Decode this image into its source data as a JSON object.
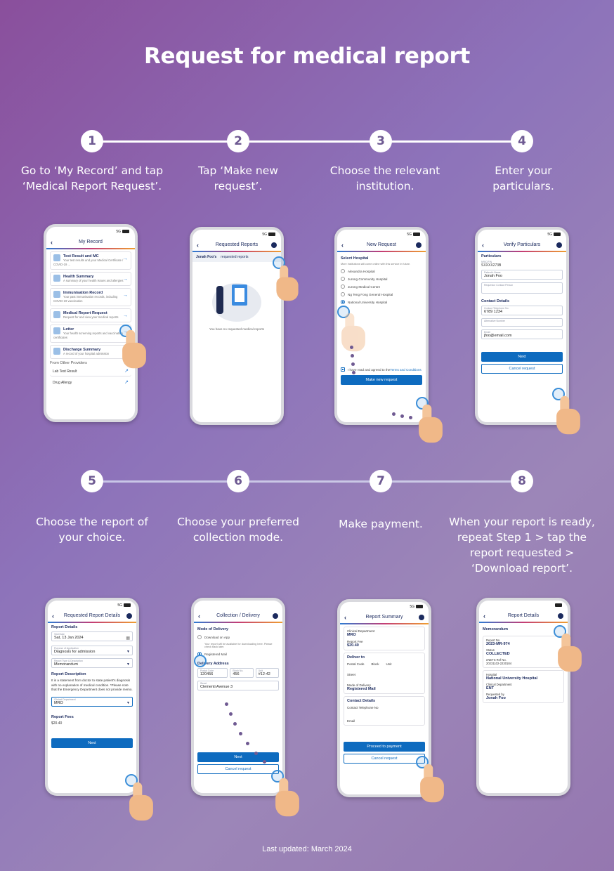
{
  "title": "Request for medical report",
  "footer": "Last updated: March 2024",
  "steps": [
    {
      "num": "1",
      "text": "Go to ‘My Record’ and tap ‘Medical Report Request’."
    },
    {
      "num": "2",
      "text": "Tap ‘Make new request’."
    },
    {
      "num": "3",
      "text": "Choose the relevant institution."
    },
    {
      "num": "4",
      "text": "Enter your particulars."
    },
    {
      "num": "5",
      "text": "Choose the report of your choice."
    },
    {
      "num": "6",
      "text": "Choose your preferred collection mode."
    },
    {
      "num": "7",
      "text": "Make payment."
    },
    {
      "num": "8",
      "text": "When your report is ready, repeat Step 1 > tap the report requested > ‘Download report’."
    }
  ],
  "status_bar": {
    "signal": "5G"
  },
  "screen1": {
    "header": "My Record",
    "items": [
      {
        "title": "Test Result and MC",
        "sub": "Your test results and your Medical Certificate / COVID-19 ..."
      },
      {
        "title": "Health Summary",
        "sub": "A summary of your health issues and allergies"
      },
      {
        "title": "Immunisation Record",
        "sub": "Your past immunisation records, including COVID-19 vaccination"
      },
      {
        "title": "Medical Report Request",
        "sub": "Request for and view your medical reports"
      },
      {
        "title": "Letter",
        "sub": "Your health screening reports and vaccination certificates"
      },
      {
        "title": "Discharge Summary",
        "sub": "A record of your hospital admission"
      }
    ],
    "other_header": "From Other Providers",
    "other_items": [
      "Lab Test Result",
      "Drug Allergy"
    ]
  },
  "screen2": {
    "header": "Requested Reports",
    "name": "Jonah Foo’s",
    "tab": "requested reports",
    "empty": "You have no requested medical reports"
  },
  "screen3": {
    "header": "New Request",
    "section": "Select Hospital",
    "note": "More institutions will come online with this service in future.",
    "hospitals": [
      "Alexandra Hospital",
      "Jurong Community Hospital",
      "Jurong Medical Centre",
      "Ng Teng Fong General Hospital",
      "National University Hospital"
    ],
    "agree_pre": "I have read and agreed to the ",
    "agree_link": "Terms and Conditions",
    "button": "Make new request"
  },
  "screen4": {
    "header": "Verify Particulars",
    "section": "Particulars",
    "nric_label": "NRIC/FIN",
    "nric": "SXXXX273B",
    "patient_label": "Patient's Name",
    "patient": "Jonah Foo",
    "req_contact": "Requestor Contact Person",
    "contact_section": "Contact Details",
    "tel_label": "Contact Telephone No.",
    "tel": "6789 1234",
    "alt": "Alternative Number",
    "email_label": "Email",
    "email": "jfoo@email.com",
    "next": "Next",
    "cancel": "Cancel request"
  },
  "screen5": {
    "header": "Requested Report Details",
    "section": "Report Details",
    "visit_label": "Visit Date",
    "visit": "Sat, 13 Jan 2024",
    "purpose_label": "Purpose of Application",
    "purpose": "Diagnosis for admission",
    "type_label": "Report Type & Description",
    "type": "Memorandum",
    "desc_title": "Report Description",
    "desc": "It is a statement from doctor to state patient's diagnosis with no explanation of medical condition. *Please note that the Emergency Department does not provide memo.",
    "dept_label": "Clinical Department",
    "dept": "MRO",
    "fees_title": "Report Fees",
    "fees": "$20.40",
    "next": "Next"
  },
  "screen6": {
    "header": "Collection / Delivery",
    "section": "Mode of Delivery",
    "opt1": "Download on App",
    "opt1_note": "Your report will be available for downloading here. Please check back later.",
    "opt2": "Registered Mail",
    "addr_title": "Delivery Address",
    "postal_label": "Postal Code",
    "postal": "120456",
    "block_label": "Block No.",
    "block": "456",
    "unit_label": "Unit",
    "unit": "#12-42",
    "street_label": "Street",
    "street": "Clementi Avenue 3",
    "next": "Next",
    "cancel": "Cancel request"
  },
  "screen7": {
    "header": "Report Summary",
    "dept_label": "Clinical Department",
    "dept": "MRO",
    "fee_label": "Report Fee",
    "fee": "$20.40",
    "deliver_title": "Deliver to",
    "postal": "Postal Code",
    "block": "Block",
    "unit": "Unit",
    "street": "Street",
    "mode_label": "Mode of Delivery",
    "mode": "Registered Mail",
    "contact_title": "Contact Details",
    "tel": "Contact Telephone No",
    "email": "Email",
    "pay": "Proceed to payment",
    "cancel": "Cancel request"
  },
  "screen8": {
    "header": "Report Details",
    "title": "Memorandum",
    "refno_label": "Report No.",
    "refno": "2023-MR-974",
    "status_label": "Status",
    "status": "COLLECTED",
    "nets_label": "eNETS Ref No.",
    "nets": "20231102-2230184",
    "hosp_label": "Hospital",
    "hosp": "National University Hospital",
    "dept_label": "Clinical Department",
    "dept": "ENT",
    "req_label": "Requested by",
    "req": "Jonah Foo"
  }
}
